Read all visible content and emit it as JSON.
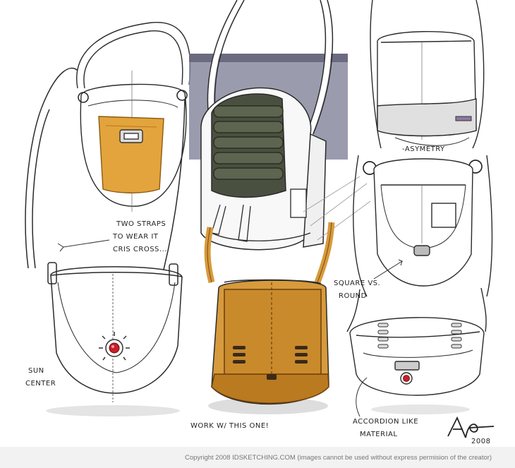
{
  "annotations": {
    "two_straps": [
      "TWO STRAPS",
      "TO WEAR IT",
      "CRIS CROSS..."
    ],
    "sun_center": [
      "SUN",
      "CENTER"
    ],
    "asymetry": "-ASYMETRY",
    "square_round": [
      "SQUARE VS.",
      "ROUND"
    ],
    "work_with": "WORK W/ THIS ONE!",
    "accordion": [
      "ACCORDION LIKE",
      "MATERIAL"
    ],
    "signature_year": "2008"
  },
  "footer": {
    "copyright": "Copyright 2008 IDSKETCHING.COM (images cannot be used without express permision of the creator)"
  },
  "colors": {
    "paper": "#ffffff",
    "ink": "#2a2a2a",
    "marker_orange": "#d79a3c",
    "marker_dark": "#4a5040",
    "marker_purple": "#8a8aa0",
    "accent_red": "#c81e2a"
  }
}
